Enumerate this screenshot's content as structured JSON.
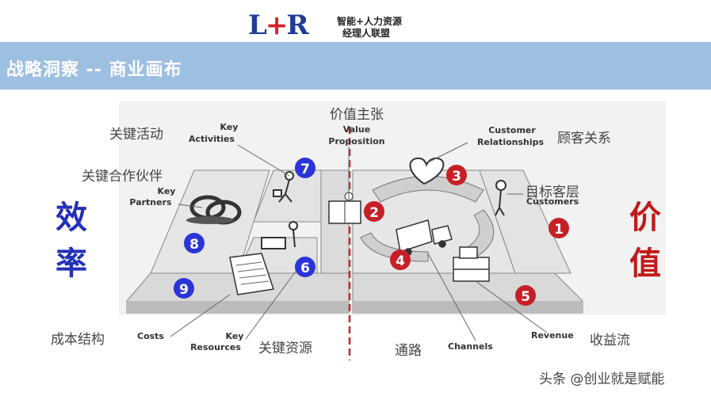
{
  "logo": {
    "mark_l": "L",
    "mark_t": "+",
    "mark_r": "R",
    "line1": "智能+人力资源",
    "line2": "经理人联盟"
  },
  "banner": {
    "title": "战略洞察 --  商业画布"
  },
  "side": {
    "left_top": "效",
    "left_bottom": "率",
    "right_top": "价",
    "right_bottom": "值"
  },
  "blocks": {
    "key_activities": {
      "zh": "关键活动",
      "en1": "Key",
      "en2": "Activities",
      "num": "7"
    },
    "key_partners": {
      "zh": "关键合作伙伴",
      "en1": "Key",
      "en2": "Partners",
      "num": "8"
    },
    "value_proposition": {
      "zh": "价值主张",
      "en1": "Value",
      "en2": "Proposition",
      "num": "2"
    },
    "customer_relationships": {
      "zh": "顾客关系",
      "en1": "Customer",
      "en2": "Relationships",
      "num": "3"
    },
    "customer_segments": {
      "zh": "目标客层",
      "en1": "Customers",
      "num": "1"
    },
    "channels": {
      "zh": "通路",
      "en1": "Channels",
      "num": "4"
    },
    "revenue": {
      "zh": "收益流",
      "en1": "Revenue",
      "num": "5"
    },
    "key_resources": {
      "zh": "关键资源",
      "en1": "Key",
      "en2": "Resources",
      "num": "6"
    },
    "costs": {
      "zh": "成本结构",
      "en1": "Costs",
      "num": "9"
    }
  },
  "watermark": "头条 @创业就是赋能",
  "colors": {
    "blue_badge": "#2b35d6",
    "red_badge": "#c62026",
    "banner": "#9dbfe2",
    "side_blue": "#2430b8",
    "side_red": "#c21a1a"
  }
}
